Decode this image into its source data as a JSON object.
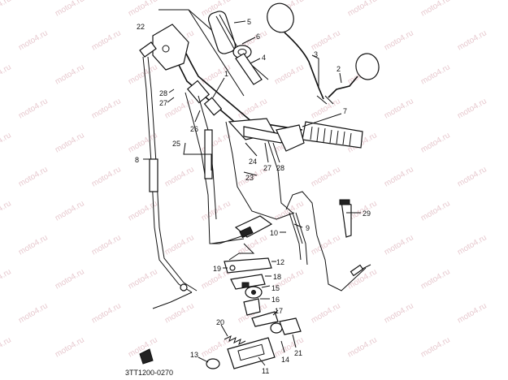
{
  "diagram": {
    "part_code": "3TT1200-0270",
    "watermark_text": "moto4.ru",
    "callouts": [
      {
        "id": "c1",
        "text": "1"
      },
      {
        "id": "c2",
        "text": "2"
      },
      {
        "id": "c3",
        "text": "3"
      },
      {
        "id": "c4",
        "text": "4"
      },
      {
        "id": "c5",
        "text": "5"
      },
      {
        "id": "c6",
        "text": "6"
      },
      {
        "id": "c7",
        "text": "7"
      },
      {
        "id": "c8",
        "text": "8"
      },
      {
        "id": "c9",
        "text": "9"
      },
      {
        "id": "c10",
        "text": "10"
      },
      {
        "id": "c11",
        "text": "11"
      },
      {
        "id": "c12",
        "text": "12"
      },
      {
        "id": "c13",
        "text": "13"
      },
      {
        "id": "c14",
        "text": "14"
      },
      {
        "id": "c15",
        "text": "15"
      },
      {
        "id": "c16",
        "text": "16"
      },
      {
        "id": "c17",
        "text": "17"
      },
      {
        "id": "c18",
        "text": "18"
      },
      {
        "id": "c19",
        "text": "19"
      },
      {
        "id": "c20",
        "text": "20"
      },
      {
        "id": "c21",
        "text": "21"
      },
      {
        "id": "c22",
        "text": "22"
      },
      {
        "id": "c23",
        "text": "23"
      },
      {
        "id": "c24",
        "text": "24"
      },
      {
        "id": "c25",
        "text": "25"
      },
      {
        "id": "c26",
        "text": "26"
      },
      {
        "id": "c27a",
        "text": "27"
      },
      {
        "id": "c27b",
        "text": "27"
      },
      {
        "id": "c28a",
        "text": "28"
      },
      {
        "id": "c28b",
        "text": "28"
      },
      {
        "id": "c29",
        "text": "29"
      }
    ]
  }
}
